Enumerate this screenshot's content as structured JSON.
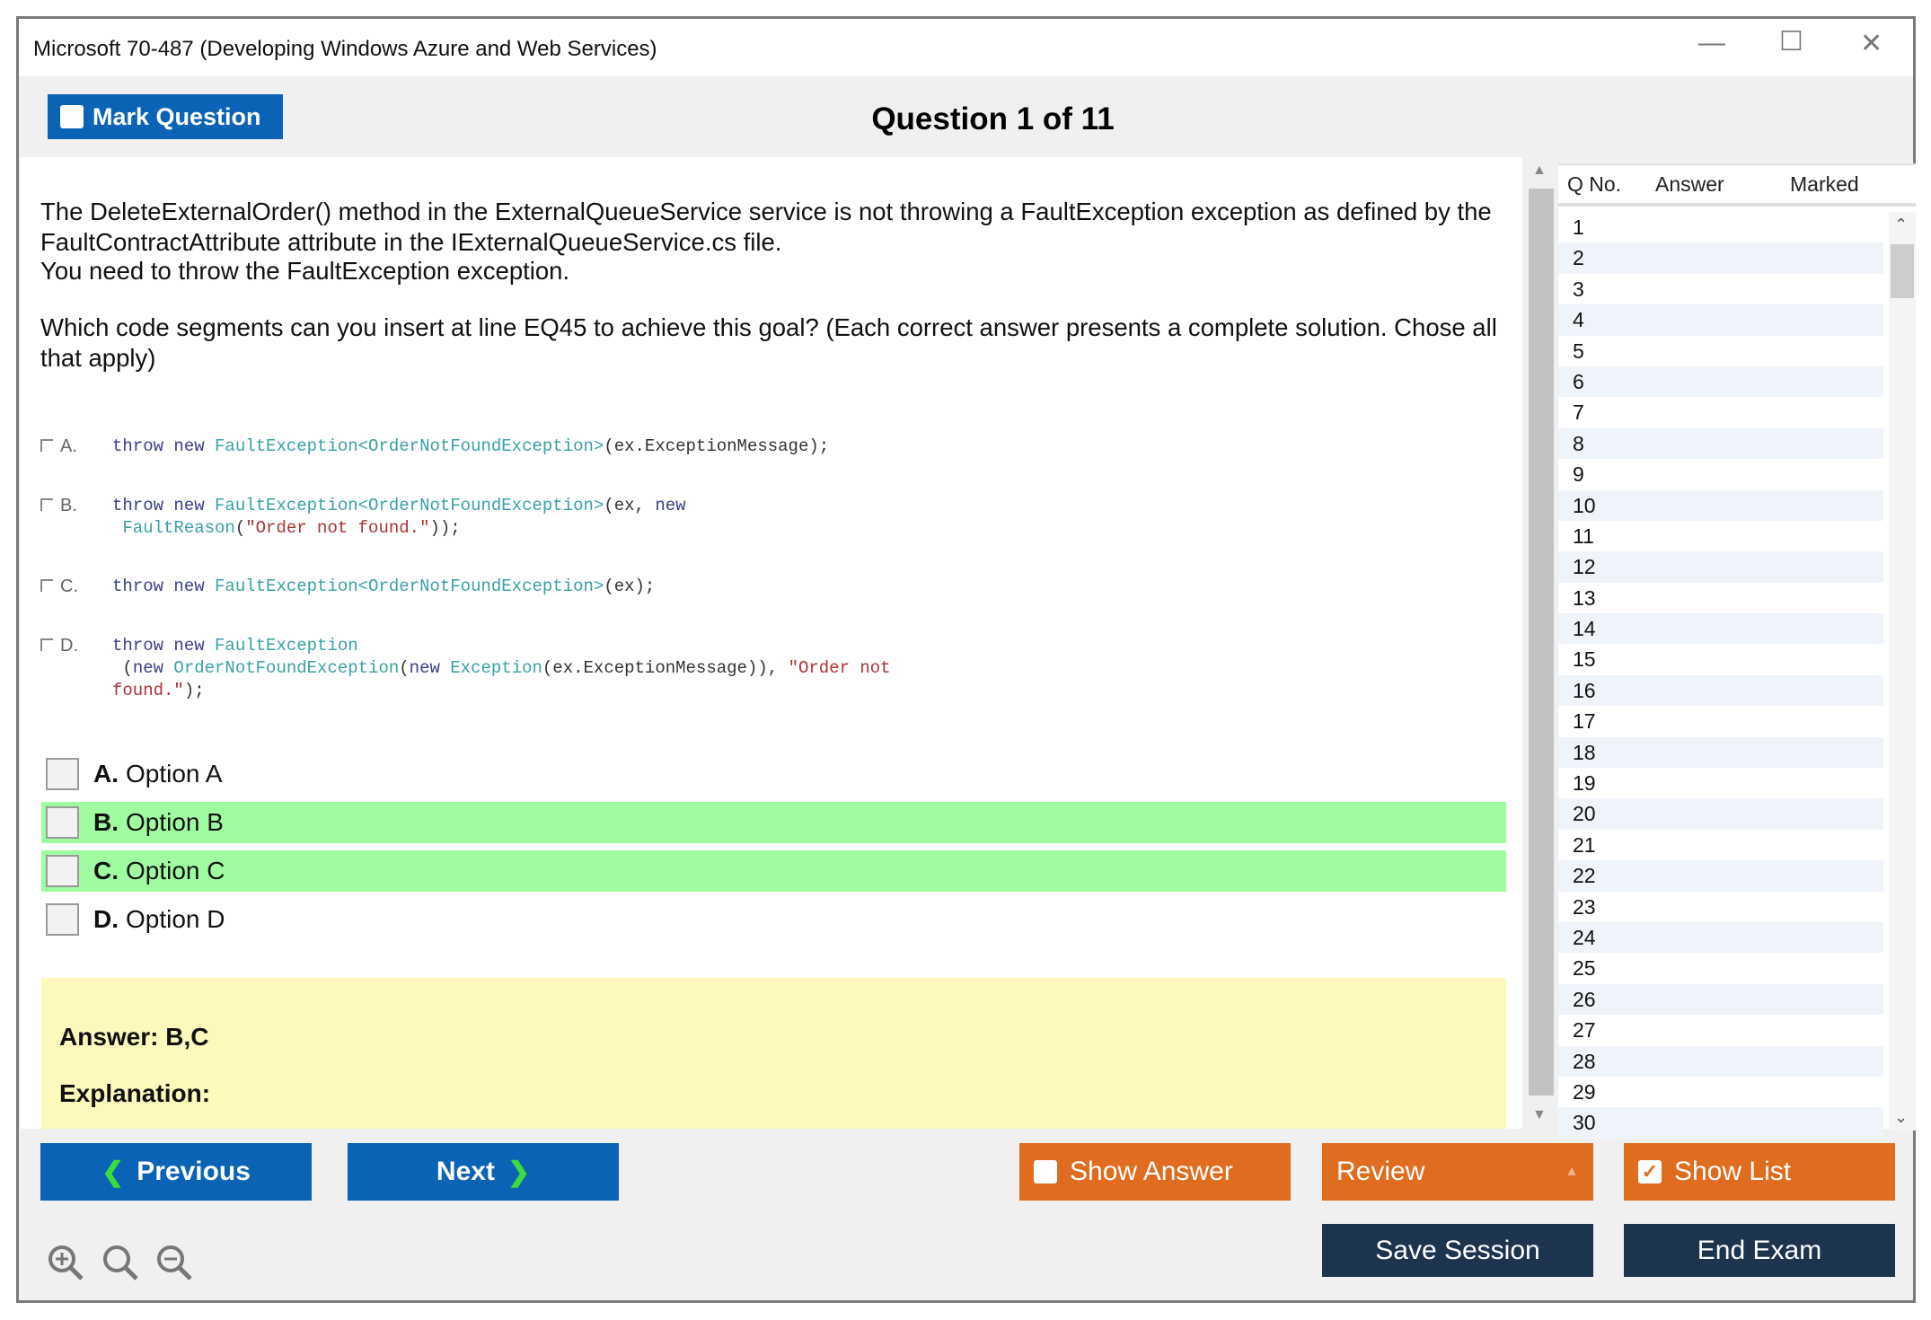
{
  "window": {
    "title": "Microsoft 70-487 (Developing Windows Azure and Web Services)"
  },
  "header": {
    "mark_label": "Mark Question",
    "question_title": "Question 1 of 11"
  },
  "question": {
    "p1": "The DeleteExternalOrder() method in the ExternalQueueService service is not throwing a FaultException exception as defined by the FaultContractAttribute attribute in the IExternalQueueService.cs file.",
    "p2": "You need to throw the FaultException exception.",
    "p3": "Which code segments can you insert at line EQ45 to achieve this goal? (Each correct answer presents a complete solution. Chose all that apply)",
    "code": [
      {
        "label": "A.",
        "text": "throw new FaultException<OrderNotFoundException>(ex.ExceptionMessage);"
      },
      {
        "label": "B.",
        "text": "throw new FaultException<OrderNotFoundException>(ex, new\n FaultReason(\"Order not found.\"));"
      },
      {
        "label": "C.",
        "text": "throw new FaultException<OrderNotFoundException>(ex);"
      },
      {
        "label": "D.",
        "text": "throw new FaultException\n (new OrderNotFoundException(new Exception(ex.ExceptionMessage)), \"Order not\nfound.\");"
      }
    ]
  },
  "options": [
    {
      "letter": "A.",
      "label": "Option A",
      "highlighted": false
    },
    {
      "letter": "B.",
      "label": "Option B",
      "highlighted": true
    },
    {
      "letter": "C.",
      "label": "Option C",
      "highlighted": true
    },
    {
      "letter": "D.",
      "label": "Option D",
      "highlighted": false
    }
  ],
  "answer": {
    "answer": "Answer: B,C",
    "explanation": "Explanation:"
  },
  "panel": {
    "headers": [
      "Q No.",
      "Answer",
      "Marked"
    ],
    "rows": [
      "1",
      "2",
      "3",
      "4",
      "5",
      "6",
      "7",
      "8",
      "9",
      "10",
      "11",
      "12",
      "13",
      "14",
      "15",
      "16",
      "17",
      "18",
      "19",
      "20",
      "21",
      "22",
      "23",
      "24",
      "25",
      "26",
      "27",
      "28",
      "29",
      "30"
    ]
  },
  "footer": {
    "previous": "Previous",
    "next": "Next",
    "show_answer": "Show Answer",
    "review": "Review",
    "show_list": "Show List",
    "save_session": "Save Session",
    "end_exam": "End Exam"
  },
  "colors": {
    "blue": "#0b63b6",
    "orange": "#e06c1f",
    "navy": "#1d344f",
    "green": "#a0fca0",
    "yellow": "#fdf8bb"
  }
}
